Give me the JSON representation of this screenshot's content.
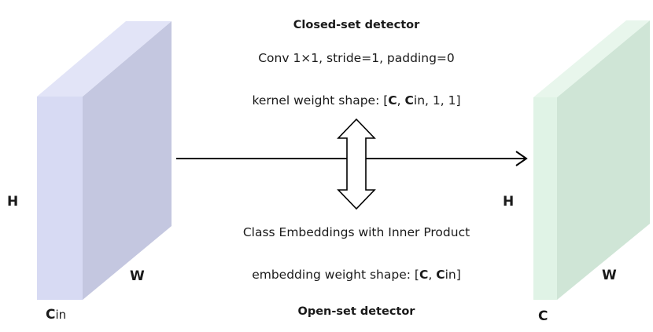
{
  "labels": {
    "closed_title": "Closed-set detector",
    "conv_line": "Conv 1×1, stride=1, padding=0",
    "kernel_prefix": "kernel weight shape: [",
    "kernel_C": "C",
    "kernel_sep": ", ",
    "kernel_Cin_C": "C",
    "kernel_Cin_sub": "in",
    "kernel_suffix": ", 1, 1]",
    "class_embed": "Class Embeddings with Inner Product",
    "embed_prefix": "embedding weight shape: [",
    "embed_C": "C",
    "embed_sep": ", ",
    "embed_Cin_C": "C",
    "embed_Cin_sub": "in",
    "embed_suffix": "]",
    "open_title": "Open-set detector"
  },
  "left_block": {
    "height_label": "H",
    "width_label": "W",
    "channel_label_C": "C",
    "channel_label_sub": "in"
  },
  "right_block": {
    "height_label": "H",
    "width_label": "W",
    "channel_label": "C"
  },
  "colors": {
    "left_front": "#d7daf3",
    "left_side": "#c4c7e0",
    "left_top": "#e2e4f7",
    "right_front": "#e0f3e6",
    "right_side": "#cfe5d6",
    "right_top": "#e8f6ec",
    "arrow": "#000000",
    "text": "#1a1a1a"
  }
}
